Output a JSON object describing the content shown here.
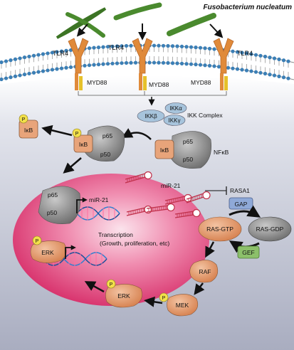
{
  "organism": "Fusobacterium nucleatum",
  "receptors": {
    "tlr4": "TLR4",
    "myd88": "MYD88"
  },
  "ikk": {
    "complex_label": "IKK Complex",
    "alpha": "IKKα",
    "beta": "IKKβ",
    "gamma": "IKKγ"
  },
  "nfkb": {
    "label": "NFκB",
    "p65": "p65",
    "p50": "p50",
    "ikb": "IκB",
    "phospho": "P"
  },
  "nucleus": {
    "mir21": "miR-21",
    "erk": "ERK",
    "transcription_line1": "Transcription",
    "transcription_line2": "(Growth, proliferation, etc)"
  },
  "cytoplasm": {
    "mir21": "miR-21",
    "rasa1": "RASA1",
    "gap": "GAP",
    "ras_gtp": "RAS-GTP",
    "ras_gdp": "RAS-GDP",
    "gef": "GEF",
    "raf": "RAF",
    "mek": "MEK",
    "erk": "ERK"
  },
  "colors": {
    "bacteria": "#4a8a2e",
    "receptor": "#e08a3a",
    "myd88": "#e6c12a",
    "protein": "#e8a47a",
    "ikk": "#a7c4dc",
    "gap": "#8fa9d8",
    "gef": "#8cc06a",
    "phospho": "#f2e04a",
    "nucleus": "#e0457b"
  }
}
